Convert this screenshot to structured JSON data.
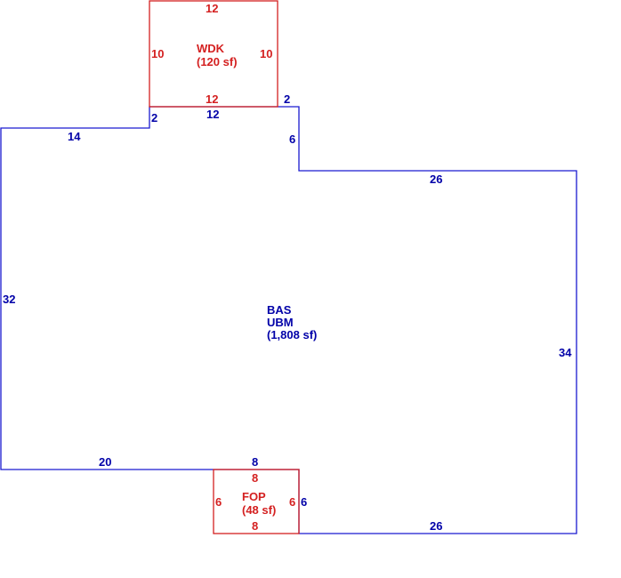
{
  "colors": {
    "main": "#0000a8",
    "main_line": "#1a1ad0",
    "addon": "#d42020"
  },
  "bas": {
    "label_code": "BAS",
    "label_sub": "UBM",
    "label_area": "(1,808 sf)",
    "dims": {
      "left": "32",
      "top_left": "14",
      "step_left": "2",
      "top_mid": "12",
      "step_right_top": "2",
      "step_right": "6",
      "top_right": "26",
      "right": "34",
      "bottom_right": "26",
      "bottom_notch_right": "6",
      "bottom_notch_top": "8",
      "bottom_left": "20"
    }
  },
  "wdk": {
    "label_code": "WDK",
    "label_area": "(120 sf)",
    "dims": {
      "top": "12",
      "left": "10",
      "right": "10",
      "bottom": "12"
    }
  },
  "fop": {
    "label_code": "FOP",
    "label_area": "(48 sf)",
    "dims": {
      "top": "8",
      "left": "6",
      "right": "6",
      "bottom": "8"
    }
  }
}
